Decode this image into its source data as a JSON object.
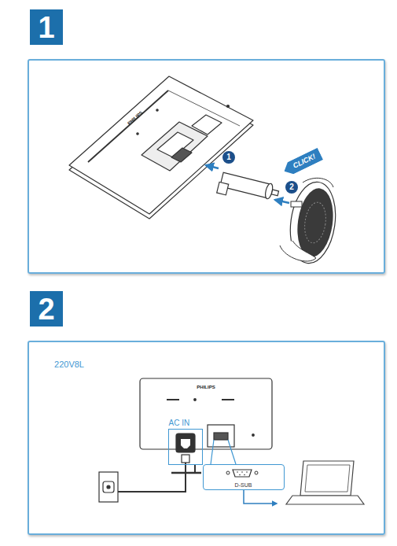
{
  "diagram": {
    "nodes": [
      {
        "text": [
          "1"
        ]
      },
      {
        "text": [
          "1"
        ],
        "in": 0
      },
      {
        "text": [
          "CLICK!"
        ],
        "in": 0
      },
      {
        "text": [
          "2"
        ],
        "in": 0
      },
      {
        "text": [
          "2"
        ]
      },
      {
        "text": [
          "AC IN"
        ],
        "in": 4
      },
      {
        "text": [
          "D-SUB"
        ],
        "in": 4
      }
    ],
    "labels": [
      "PHILIPS",
      "220V8L",
      "PHILIPS"
    ]
  }
}
